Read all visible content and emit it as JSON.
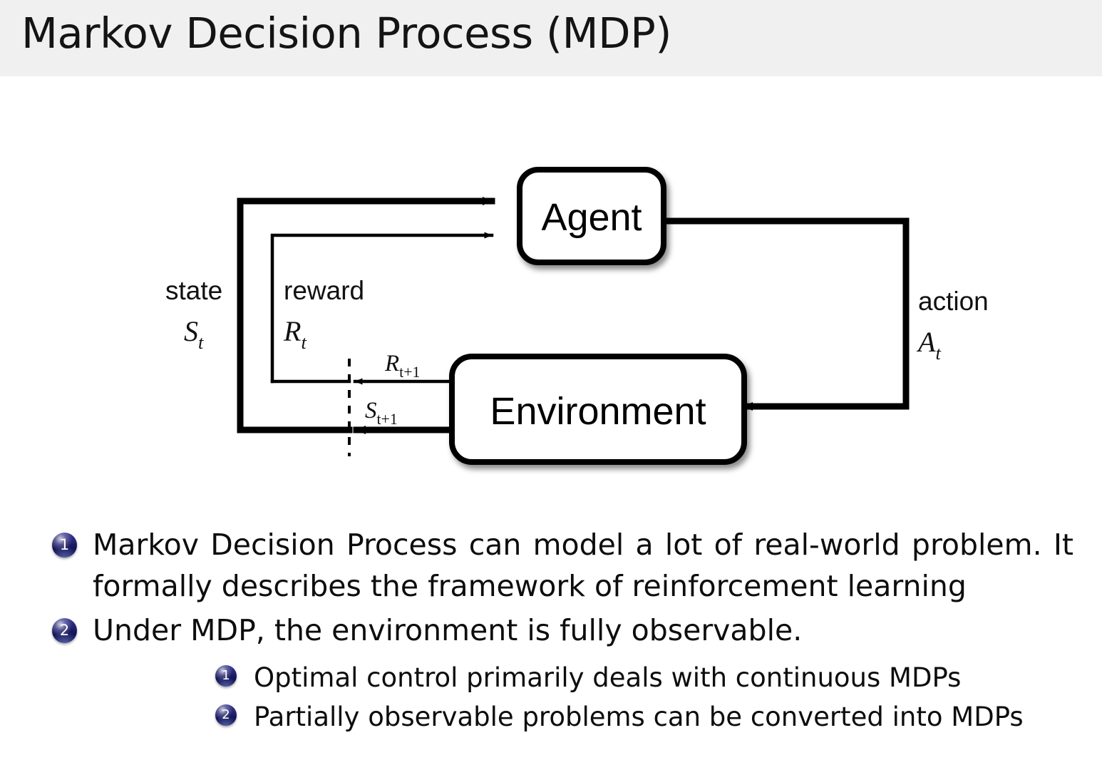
{
  "slide": {
    "title": "Markov Decision Process (MDP)",
    "header_bg": "#f0f0f0"
  },
  "diagram": {
    "name": "agent-environment-interaction-loop",
    "nodes": [
      {
        "id": "agent",
        "label": "Agent"
      },
      {
        "id": "environment",
        "label": "Environment"
      }
    ],
    "edge_labels": {
      "state_word": "state",
      "state_symbol": "S",
      "state_subscript": "t",
      "reward_word": "reward",
      "reward_symbol": "R",
      "reward_subscript": "t",
      "action_word": "action",
      "action_symbol": "A",
      "action_subscript": "t",
      "reward_next_symbol": "R",
      "reward_next_subscript": "t+1",
      "state_next_symbol": "S",
      "state_next_subscript": "t+1"
    },
    "stroke_color": "#000000"
  },
  "bullets": [
    {
      "number": "1",
      "text": "Markov Decision Process can model a lot of real-world problem. It formally describes the framework of reinforcement learning",
      "children": []
    },
    {
      "number": "2",
      "text": "Under MDP, the environment is fully observable.",
      "children": [
        {
          "number": "1",
          "text": "Optimal control primarily deals with continuous MDPs"
        },
        {
          "number": "2",
          "text": "Partially observable problems can be converted into MDPs"
        }
      ]
    }
  ],
  "colors": {
    "marker_blue": "#1c1c66",
    "text": "#0d0d0d",
    "header_band": "#f0f0f0"
  }
}
